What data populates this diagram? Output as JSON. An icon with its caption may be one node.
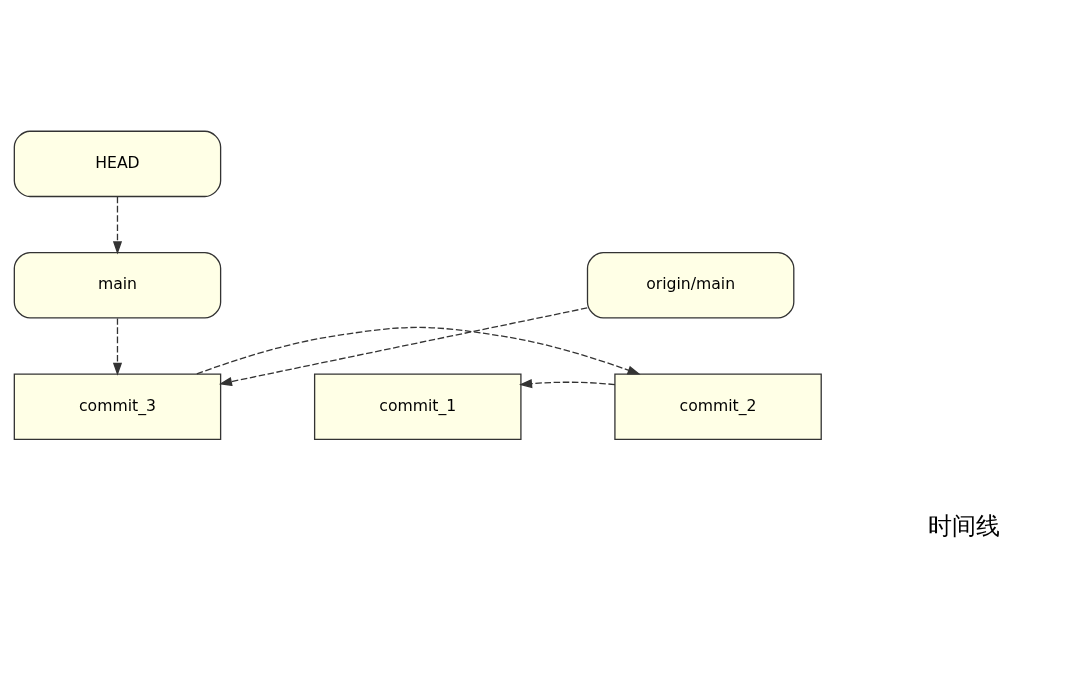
{
  "diagram": {
    "nodes": [
      {
        "text": [
          "HEAD"
        ]
      },
      {
        "text": [
          "main"
        ]
      },
      {
        "text": [
          "commit_1"
        ]
      },
      {
        "text": [
          "commit_2"
        ]
      },
      {
        "text": [
          "commit_3"
        ]
      },
      {
        "text": [
          "origin/main"
        ]
      }
    ],
    "edges": [
      {
        "from": 0,
        "to": 1,
        "arrow": "to",
        "style": "dashed"
      },
      {
        "from": 1,
        "to": 4,
        "arrow": "to",
        "style": "dashed"
      },
      {
        "from": 4,
        "to": 3,
        "arrow": "to",
        "style": "dashed"
      },
      {
        "from": 3,
        "to": 2,
        "arrow": "to",
        "style": "dashed"
      },
      {
        "from": 5,
        "to": 4,
        "arrow": "to",
        "style": "dashed"
      }
    ],
    "labels": [
      "时间线"
    ]
  }
}
